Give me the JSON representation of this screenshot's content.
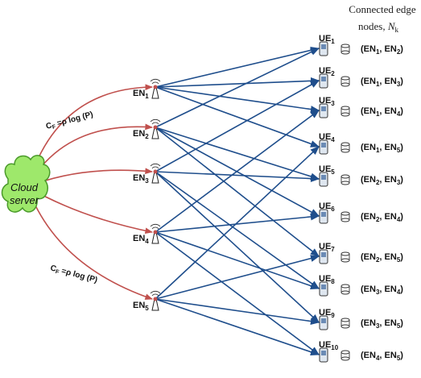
{
  "header": {
    "line1": "Connected edge",
    "line2": "nodes,",
    "symbol": "N",
    "symbol_sub": "k"
  },
  "cloud": {
    "line1": "Cloud",
    "line2": "server"
  },
  "fronthaul_labels": [
    {
      "base": "C",
      "sub": "F",
      "rest": " =ρ log (P)"
    },
    {
      "base": "C",
      "sub": "F",
      "rest": " =ρ log (P)"
    }
  ],
  "edge_nodes": [
    {
      "base": "EN",
      "sub": "1"
    },
    {
      "base": "EN",
      "sub": "2"
    },
    {
      "base": "EN",
      "sub": "3"
    },
    {
      "base": "EN",
      "sub": "4"
    },
    {
      "base": "EN",
      "sub": "5"
    }
  ],
  "users": [
    {
      "base": "UE",
      "sub": "1",
      "nodes": [
        {
          "b": "EN",
          "s": "1"
        },
        {
          "b": "EN",
          "s": "2"
        }
      ]
    },
    {
      "base": "UE",
      "sub": "2",
      "nodes": [
        {
          "b": "EN",
          "s": "1"
        },
        {
          "b": "EN",
          "s": "3"
        }
      ]
    },
    {
      "base": "UE",
      "sub": "3",
      "nodes": [
        {
          "b": "EN",
          "s": "1"
        },
        {
          "b": "EN",
          "s": "4"
        }
      ]
    },
    {
      "base": "UE",
      "sub": "4",
      "nodes": [
        {
          "b": "EN",
          "s": "1"
        },
        {
          "b": "EN",
          "s": "5"
        }
      ]
    },
    {
      "base": "UE",
      "sub": "5",
      "nodes": [
        {
          "b": "EN",
          "s": "2"
        },
        {
          "b": "EN",
          "s": "3"
        }
      ]
    },
    {
      "base": "UE",
      "sub": "6",
      "nodes": [
        {
          "b": "EN",
          "s": "2"
        },
        {
          "b": "EN",
          "s": "4"
        }
      ]
    },
    {
      "base": "UE",
      "sub": "7",
      "nodes": [
        {
          "b": "EN",
          "s": "2"
        },
        {
          "b": "EN",
          "s": "5"
        }
      ]
    },
    {
      "base": "UE",
      "sub": "8",
      "nodes": [
        {
          "b": "EN",
          "s": "3"
        },
        {
          "b": "EN",
          "s": "4"
        }
      ]
    },
    {
      "base": "UE",
      "sub": "9",
      "nodes": [
        {
          "b": "EN",
          "s": "3"
        },
        {
          "b": "EN",
          "s": "5"
        }
      ]
    },
    {
      "base": "UE",
      "sub": "10",
      "nodes": [
        {
          "b": "EN",
          "s": "4"
        },
        {
          "b": "EN",
          "s": "5"
        }
      ]
    }
  ],
  "colors": {
    "fronthaul": "#c0504d",
    "wireless": "#1f4e8c",
    "cloud_fill": "#9ee86b",
    "cloud_stroke": "#4a9a2a"
  }
}
